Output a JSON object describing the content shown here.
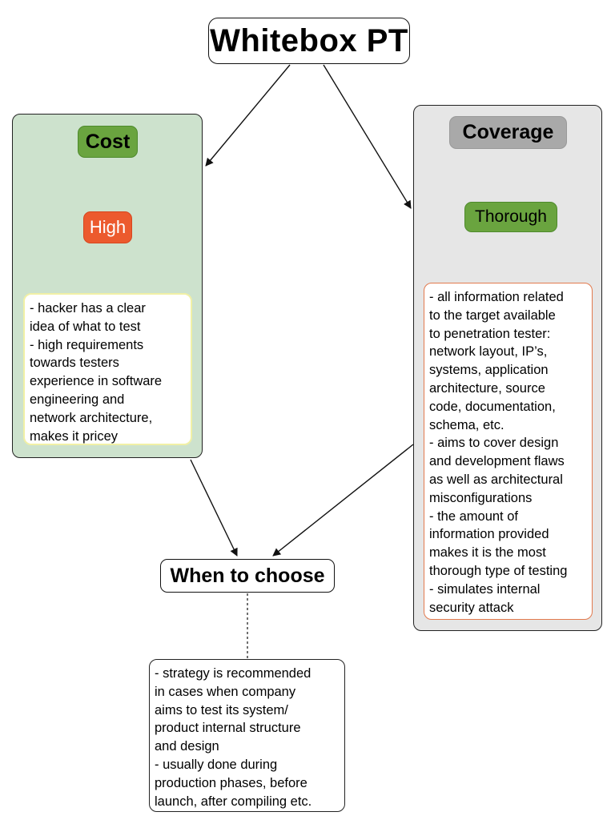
{
  "title": "Whitebox PT",
  "cost": {
    "label": "Cost",
    "value": "High",
    "lines": [
      "- hacker has a clear",
      "idea of what to test",
      "- high requirements",
      "towards testers",
      "experience in software",
      "engineering and",
      "network architecture,",
      "makes it pricey"
    ]
  },
  "coverage": {
    "label": "Coverage",
    "value": "Thorough",
    "lines": [
      "- all information related",
      "to the target available",
      "to penetration tester:",
      "network layout, IP’s,",
      "systems, application",
      "architecture, source",
      "code, documentation,",
      "schema, etc.",
      "- aims to cover design",
      "and development flaws",
      "as well as architectural",
      "misconfigurations",
      "- the amount of",
      "information provided",
      "makes it is the most",
      "thorough type of testing",
      "- simulates internal",
      "security attack"
    ]
  },
  "choose": {
    "label": "When to choose",
    "lines": [
      "- strategy is recommended",
      "in cases when company",
      "aims to test its system/",
      "product internal structure",
      "and design",
      "- usually done during",
      "production phases, before",
      "launch, after compiling etc."
    ]
  },
  "colors": {
    "cost_panel": "#cde2cd",
    "coverage_panel": "#e6e6e6",
    "green_tag": "#6aa43f",
    "high_tag": "#ec5a2e",
    "coverage_tag": "#a9a9a9",
    "coverage_note_border": "#e27a4e",
    "cost_note_border": "#f1f0a6"
  }
}
